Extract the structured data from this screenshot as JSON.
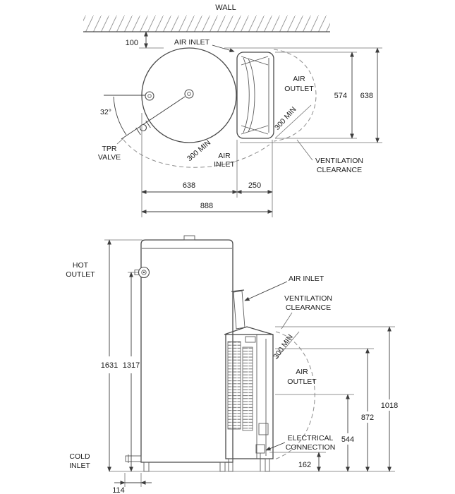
{
  "top_view": {
    "wall": "WALL",
    "air_inlet_top": "AIR INLET",
    "air_outlet": [
      "AIR",
      "OUTLET"
    ],
    "air_inlet_bottom": [
      "AIR",
      "INLET"
    ],
    "ventilation_clearance": [
      "VENTILATION",
      "CLEARANCE"
    ],
    "tpr_valve": [
      "TPR",
      "VALVE"
    ],
    "angle": "32°",
    "dim_wall_offset": "100",
    "dim_outlet_height": "574",
    "dim_unit_width": "638",
    "dim_clearance_side": "300 MIN",
    "dim_clearance_bottom": "300 MIN",
    "dim_tank_diameter": "638",
    "dim_fan_depth": "250",
    "dim_total_depth": "888"
  },
  "side_view": {
    "hot_outlet": [
      "HOT",
      "OUTLET"
    ],
    "cold_inlet": [
      "COLD",
      "INLET"
    ],
    "air_inlet": "AIR INLET",
    "ventilation_clearance": [
      "VENTILATION",
      "CLEARANCE"
    ],
    "air_outlet": [
      "AIR",
      "OUTLET"
    ],
    "electrical_connection": [
      "ELECTRICAL",
      "CONNECTION"
    ],
    "dim_clearance": "300 MIN",
    "dim_total_height": "1631",
    "dim_hot_outlet_height": "1317",
    "dim_unit_top_height": "1018",
    "dim_air_outlet_upper": "872",
    "dim_air_outlet_lower": "544",
    "dim_electrical_height": "162",
    "dim_cold_inlet_offset": "114"
  },
  "colors": {
    "line": "#4a4a4a",
    "dimension": "#3c3c3c",
    "dashed": "#8c8c8c",
    "text": "#1b1b1b"
  }
}
